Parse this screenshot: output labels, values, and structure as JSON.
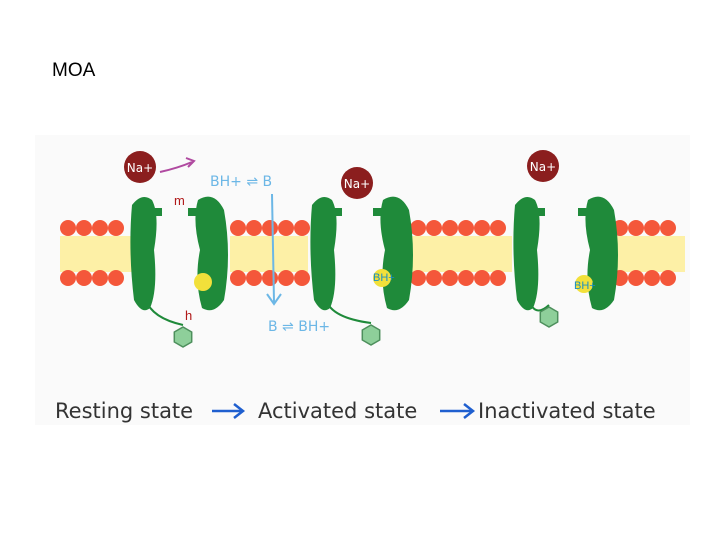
{
  "slide": {
    "title": "MOA"
  },
  "diagram": {
    "ion_label": "Na+",
    "equilibrium_top": "BH+ ⇌ B",
    "equilibrium_bottom": "B ⇌ BH+",
    "gate_m": "m",
    "gate_h": "h",
    "drug_label_1": "BH+",
    "drug_label_2": "BH+",
    "states": {
      "resting": "Resting state",
      "activated": "Activated state",
      "inactivated": "Inactivated state"
    },
    "colors": {
      "channel": "#1f8a3a",
      "lipid_head": "#f4573a",
      "lipid_core": "#fdf0a6",
      "ion": "#8b1e1e",
      "drug": "#f2e03a",
      "equilibrium_text": "#6cb7e6",
      "arrow": "#1f5fcf",
      "ion_arrow": "#b04aa0",
      "gate_label": "#b01818",
      "drug_text": "#1a8fc4",
      "inactivation_gate": "#8ecf9a"
    }
  }
}
